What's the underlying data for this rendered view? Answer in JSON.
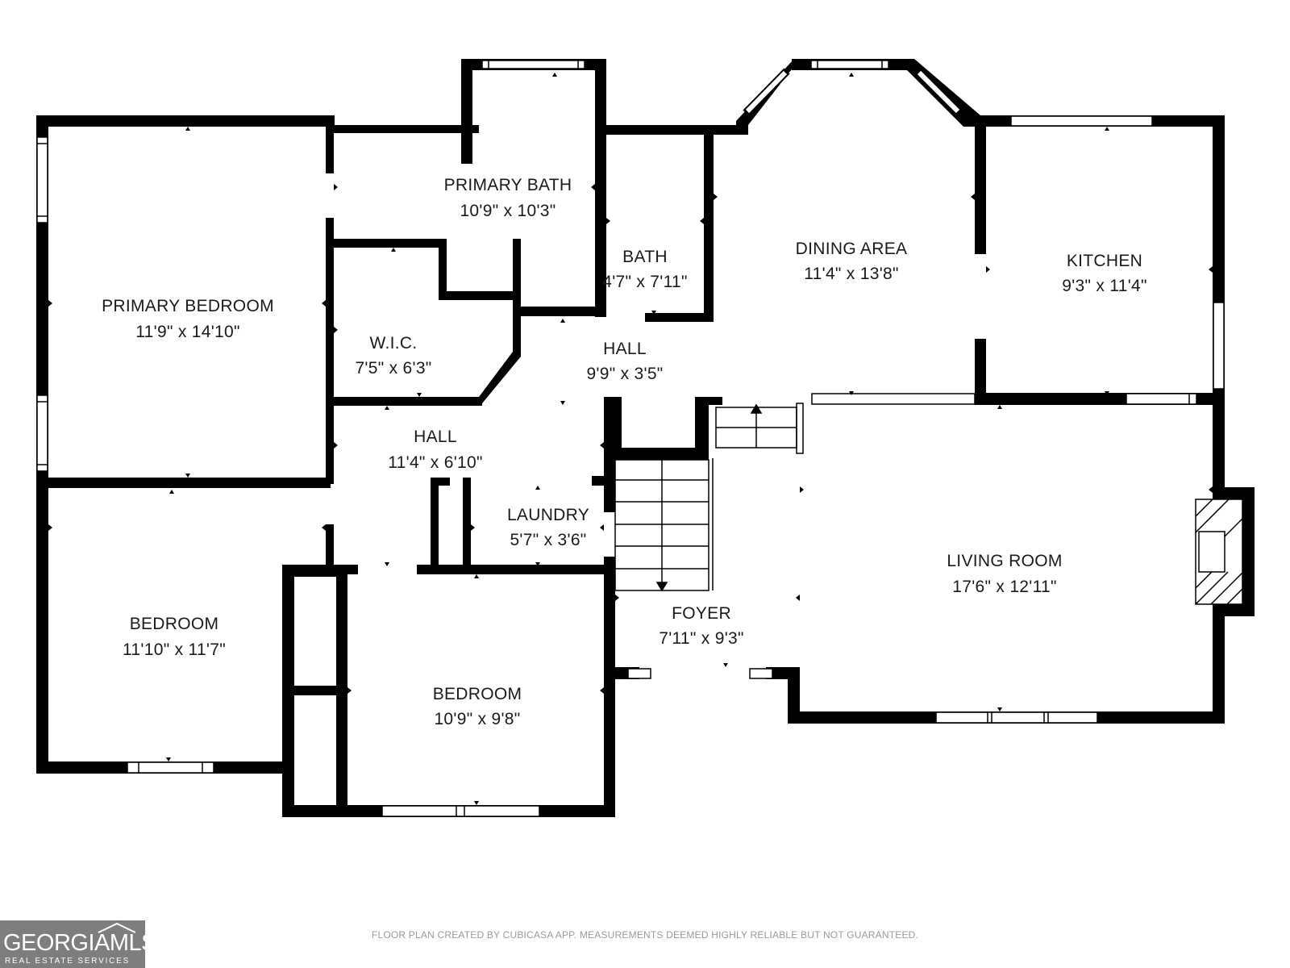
{
  "rooms": {
    "primary_bedroom": {
      "name": "PRIMARY BEDROOM",
      "dims": "11'9\" x 14'10\""
    },
    "primary_bath": {
      "name": "PRIMARY BATH",
      "dims": "10'9\" x 10'3\""
    },
    "bath": {
      "name": "BATH",
      "dims": "4'7\" x 7'11\""
    },
    "dining_area": {
      "name": "DINING AREA",
      "dims": "11'4\" x 13'8\""
    },
    "kitchen": {
      "name": "KITCHEN",
      "dims": "9'3\" x 11'4\""
    },
    "wic": {
      "name": "W.I.C.",
      "dims": "7'5\" x 6'3\""
    },
    "hall_upper": {
      "name": "HALL",
      "dims": "9'9\" x 3'5\""
    },
    "hall_lower": {
      "name": "HALL",
      "dims": "11'4\" x 6'10\""
    },
    "laundry": {
      "name": "LAUNDRY",
      "dims": "5'7\" x 3'6\""
    },
    "living_room": {
      "name": "LIVING ROOM",
      "dims": "17'6\" x 12'11\""
    },
    "bedroom_left": {
      "name": "BEDROOM",
      "dims": "11'10\" x 11'7\""
    },
    "foyer": {
      "name": "FOYER",
      "dims": "7'11\" x 9'3\""
    },
    "bedroom_center": {
      "name": "BEDROOM",
      "dims": "10'9\" x 9'8\""
    }
  },
  "footer": {
    "disclaimer": "FLOOR PLAN CREATED BY CUBICASA APP. MEASUREMENTS DEEMED HIGHLY RELIABLE BUT NOT GUARANTEED."
  },
  "logo": {
    "main": "GEORGIAMLS",
    "sub": "REAL ESTATE SERVICES"
  },
  "colors": {
    "wall": "#000000",
    "window": "#ffffff",
    "footer_text": "#9a9a9a",
    "logo_bg": "#7e7e7e"
  }
}
